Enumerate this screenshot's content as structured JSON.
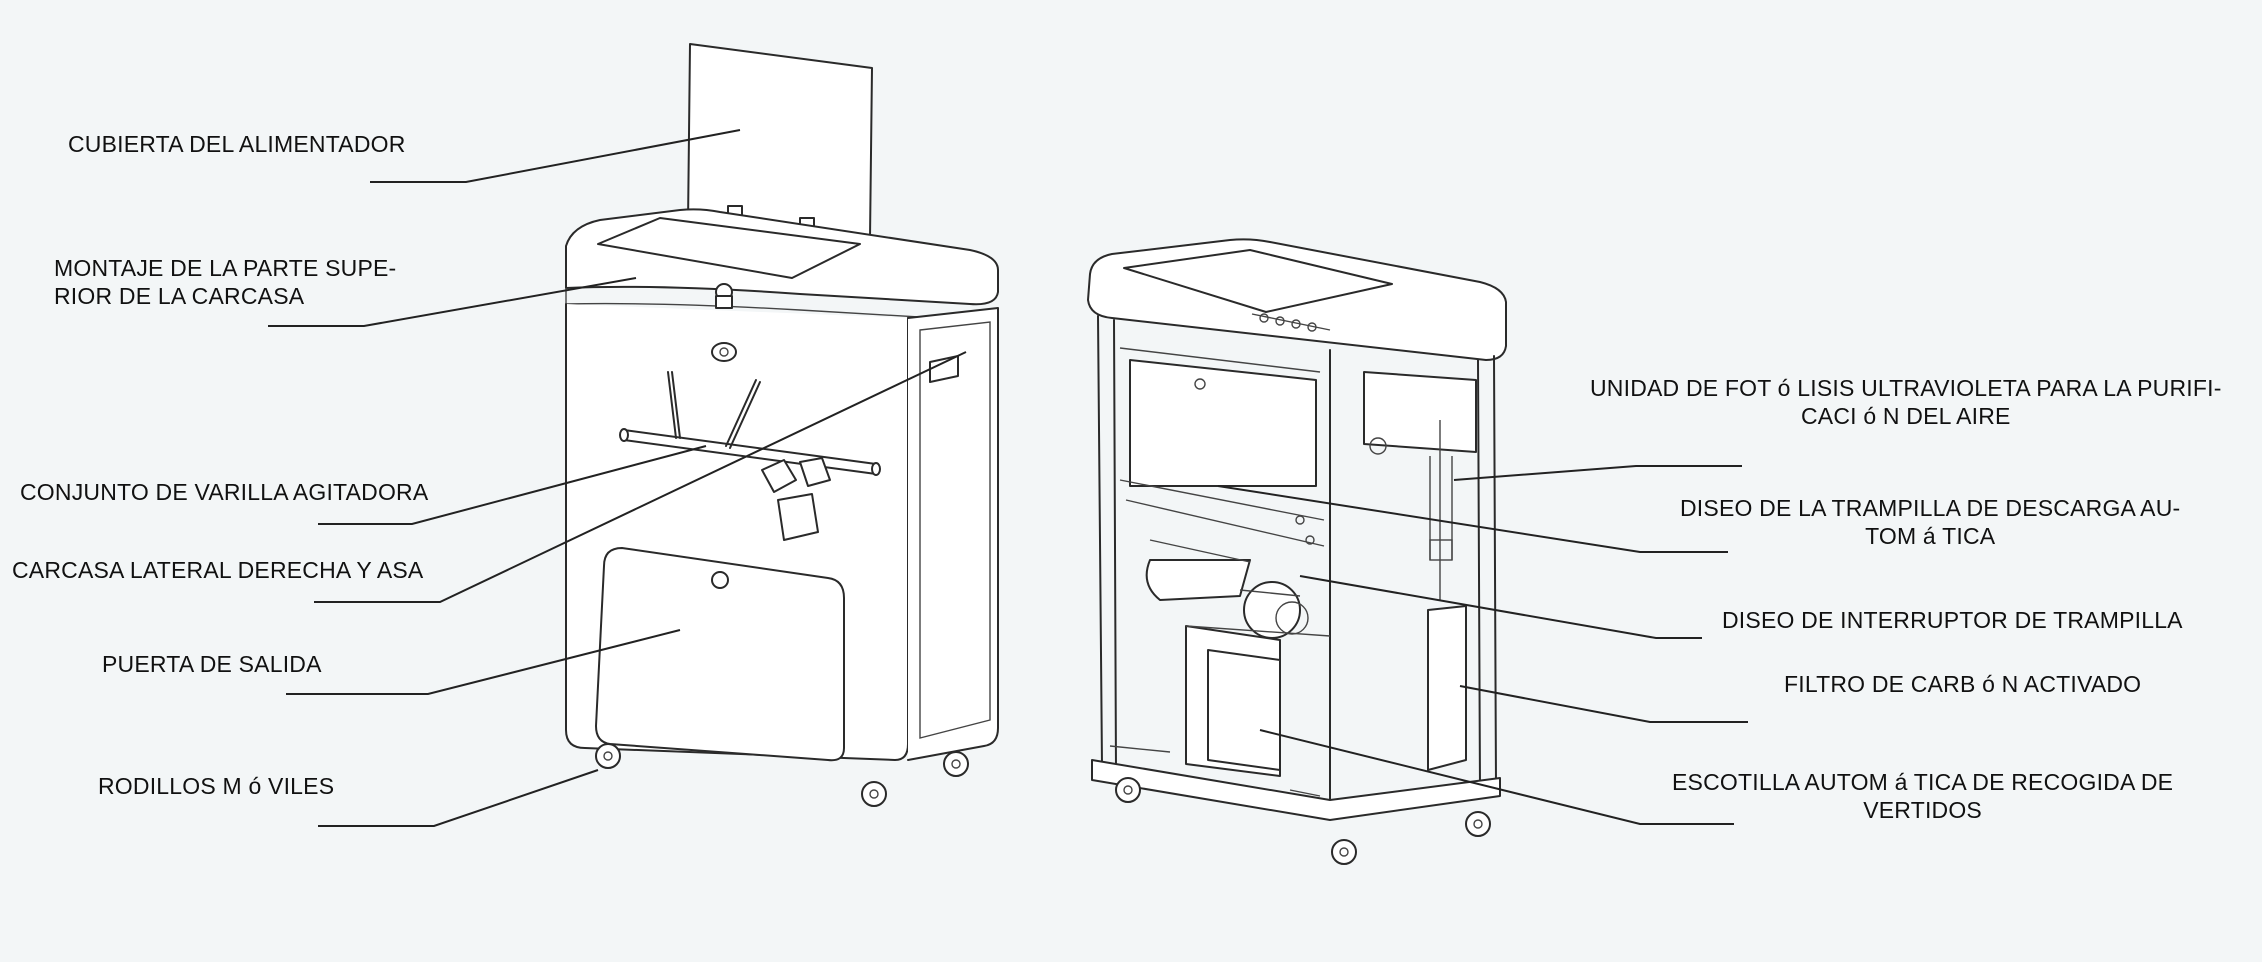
{
  "labels_left": {
    "feeder_cover": "CUBIERTA DEL ALIMENTADOR",
    "top_housing_line1": "MONTAJE DE LA PARTE SUPE-",
    "top_housing_line2": "RIOR DE LA CARCASA",
    "agitator_rod": "CONJUNTO DE VARILLA AGITADORA",
    "right_side_housing": "CARCASA LATERAL DERECHA Y ASA",
    "exit_door": "PUERTA DE SALIDA",
    "rollers": "RODILLOS M ó VILES"
  },
  "labels_right": {
    "uv_unit_line1": "UNIDAD DE FOT ó LISIS ULTRAVIOLETA PARA LA PURIFI-",
    "uv_unit_line2": "CACI ó N DEL AIRE",
    "discharge_hatch_line1": "DISEO DE LA TRAMPILLA DE DESCARGA AU-",
    "discharge_hatch_line2": "TOM á TICA",
    "hatch_switch": "DISEO DE INTERRUPTOR DE TRAMPILLA",
    "carbon_filter": "FILTRO DE CARB ó N ACTIVADO",
    "spill_hatch_line1": "ESCOTILLA AUTOM á TICA DE RECOGIDA DE",
    "spill_hatch_line2": "VERTIDOS"
  },
  "colors": {
    "background": "#f3f6f7",
    "line": "#222222",
    "text": "#111111"
  }
}
